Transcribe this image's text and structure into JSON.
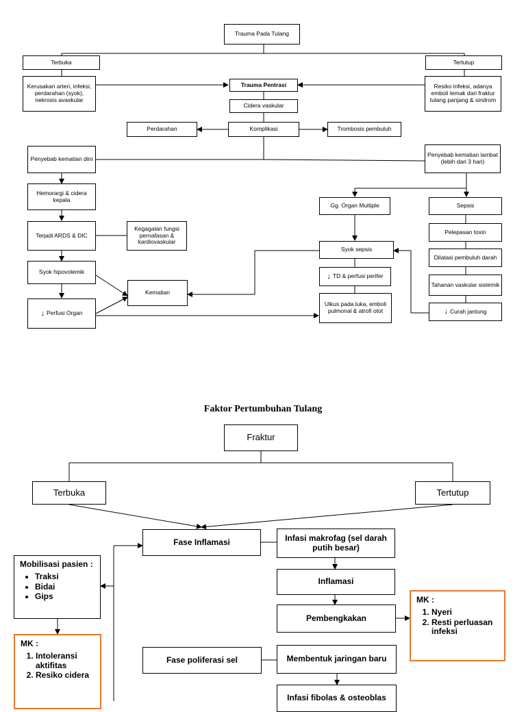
{
  "diagram1": {
    "trauma": "Trauma Pada Tulang",
    "terbuka": "Terbuka",
    "tertutup": "Tertutup",
    "kerusakan": "Kerusakan arteri, infeksi, perdarahan (syok), nekrosis avaskular",
    "resiko": "Resiko infeksi, adanya emboli lemak dari fraktur tulang panjang & sindrom",
    "pentrasi": "Trauma Pentrasi",
    "cidera_vaskular": "Cidera vaskular",
    "komplikasi": "Komplikasi",
    "perdarahan": "Perdarahan",
    "trombosis": "Trombosis pembuluh",
    "kematian_dini": "Penyebab kematian dini",
    "kematian_lambat": "Penyebab kematian lambat (lebih dari 3 hari)",
    "hemorargi": "Hemorargi & cidera kepala",
    "ards": "Terjadi ARDS & DIC",
    "kegagalan": "Kegagalan fungsi pernafasan & kardiovaskular",
    "syok_hipo": "Syok hipovolemik",
    "perfusi_organ": "Perfusi Organ",
    "kematian": "Kematian",
    "gg_organ": "Gg. Organ Multiple",
    "sepsis": "Sepsis",
    "syok_sepsis": "Syok sepsis",
    "td_perfusi": "TD & perfusi perifer",
    "ulkus": "Ulkus pada luka, emboli pulmonal & atrofi otot",
    "pelepasan": "Pelepasan toxin",
    "dilatasi": "Dilatasi pembuluh darah",
    "tahanan": "Tahanan vaskular sistemik",
    "curah": "Curah jantung"
  },
  "diagram2": {
    "title": "Faktor Pertumbuhan Tulang",
    "fraktur": "Fraktur",
    "terbuka": "Terbuka",
    "tertutup": "Tertutup",
    "fase_inflamasi": "Fase Inflamasi",
    "infasi_makrofag": "Infasi makrofag (sel darah putih besar)",
    "inflamasi": "Inflamasi",
    "pembengkakan": "Pembengkakan",
    "mobilisasi_title": "Mobilisasi pasien :",
    "mobilisasi_items": [
      "Traksi",
      "Bidai",
      "Gips"
    ],
    "mk1_title": "MK :",
    "mk1_items": [
      "Intoleransi aktifitas",
      "Resiko cidera"
    ],
    "mk2_title": "MK :",
    "mk2_items": [
      "Nyeri",
      "Resti perluasan infeksi"
    ],
    "fase_poliferasi": "Fase poliferasi sel",
    "membentuk": "Membentuk jaringan baru",
    "infasi_fibolas": "Infasi fibolas & osteoblas"
  },
  "icons": {
    "down_arrow": "down-arrow-icon"
  },
  "colors": {
    "mk_border": "#e8772e"
  }
}
